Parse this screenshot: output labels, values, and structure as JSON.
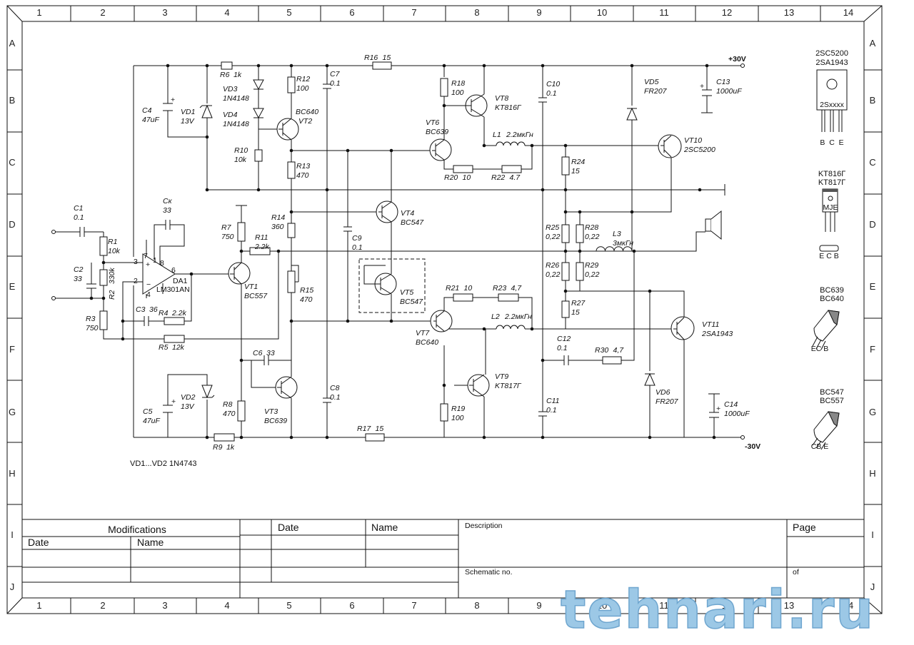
{
  "frame": {
    "columns": [
      "1",
      "2",
      "3",
      "4",
      "5",
      "6",
      "7",
      "8",
      "9",
      "10",
      "11",
      "12",
      "13",
      "14"
    ],
    "rows": [
      "A",
      "B",
      "C",
      "D",
      "E",
      "F",
      "G",
      "H",
      "I",
      "J"
    ]
  },
  "rails": {
    "positive": "+30V",
    "negative": "-30V"
  },
  "components": [
    {
      "ref": "R16",
      "value": "15"
    },
    {
      "ref": "R6",
      "value": "1k"
    },
    {
      "ref": "VD3",
      "value": "1N4148"
    },
    {
      "ref": "VD4",
      "value": "1N4148"
    },
    {
      "ref": "R12",
      "value": "100"
    },
    {
      "ref": "C7",
      "value": "0.1"
    },
    {
      "ref": "VT2",
      "value": "BC640"
    },
    {
      "ref": "C4",
      "value": "47uF"
    },
    {
      "ref": "VD1",
      "value": "13V"
    },
    {
      "ref": "R10",
      "value": "10k"
    },
    {
      "ref": "R13",
      "value": "470"
    },
    {
      "ref": "R18",
      "value": "100"
    },
    {
      "ref": "VT8",
      "value": "KT816Г"
    },
    {
      "ref": "VT6",
      "value": "BC639"
    },
    {
      "ref": "L1",
      "value": "2.2мкГн"
    },
    {
      "ref": "R20",
      "value": "10"
    },
    {
      "ref": "R22",
      "value": "4.7"
    },
    {
      "ref": "C10",
      "value": "0.1"
    },
    {
      "ref": "VD5",
      "value": "FR207"
    },
    {
      "ref": "C13",
      "value": "1000uF"
    },
    {
      "ref": "VT10",
      "value": "2SC5200"
    },
    {
      "ref": "R24",
      "value": "15"
    },
    {
      "ref": "VT4",
      "value": "BC547"
    },
    {
      "ref": "R14",
      "value": "360"
    },
    {
      "ref": "R7",
      "value": "750"
    },
    {
      "ref": "R11",
      "value": "2.2k"
    },
    {
      "ref": "C9",
      "value": "0.1"
    },
    {
      "ref": "R25",
      "value": "0,22"
    },
    {
      "ref": "R28",
      "value": "0,22"
    },
    {
      "ref": "L3",
      "value": "3мкГн"
    },
    {
      "ref": "Cк",
      "value": "33"
    },
    {
      "ref": "C1",
      "value": "0.1"
    },
    {
      "ref": "R1",
      "value": "10k"
    },
    {
      "ref": "C2",
      "value": "33"
    },
    {
      "ref": "R2",
      "value": "330k"
    },
    {
      "ref": "R3",
      "value": "750"
    },
    {
      "ref": "DA1",
      "value": "LM301AN"
    },
    {
      "ref": "VT1",
      "value": "BC557"
    },
    {
      "ref": "R15",
      "value": "470"
    },
    {
      "ref": "VT5",
      "value": "BC547"
    },
    {
      "ref": "R21",
      "value": "10"
    },
    {
      "ref": "R23",
      "value": "4,7"
    },
    {
      "ref": "L2",
      "value": "2.2мкГн"
    },
    {
      "ref": "R26",
      "value": "0,22"
    },
    {
      "ref": "R29",
      "value": "0,22"
    },
    {
      "ref": "R27",
      "value": "15"
    },
    {
      "ref": "C3",
      "value": "36"
    },
    {
      "ref": "R4",
      "value": "2.2k"
    },
    {
      "ref": "R5",
      "value": "12k"
    },
    {
      "ref": "VT7",
      "value": "BC640"
    },
    {
      "ref": "VT11",
      "value": "2SA1943"
    },
    {
      "ref": "C12",
      "value": "0.1"
    },
    {
      "ref": "R30",
      "value": "4,7"
    },
    {
      "ref": "C6",
      "value": "33"
    },
    {
      "ref": "VT9",
      "value": "KT817Г"
    },
    {
      "ref": "VD2",
      "value": "13V"
    },
    {
      "ref": "C8",
      "value": "0.1"
    },
    {
      "ref": "R8",
      "value": "470"
    },
    {
      "ref": "VT3",
      "value": "BC639"
    },
    {
      "ref": "R19",
      "value": "100"
    },
    {
      "ref": "C11",
      "value": "0.1"
    },
    {
      "ref": "VD6",
      "value": "FR207"
    },
    {
      "ref": "C14",
      "value": "1000uF"
    },
    {
      "ref": "C5",
      "value": "47uF"
    },
    {
      "ref": "R17",
      "value": "15"
    },
    {
      "ref": "R9",
      "value": "1k"
    }
  ],
  "opamp_pins": [
    "7",
    "3",
    "2",
    "1",
    "8",
    "6",
    "4"
  ],
  "note": "VD1...VD2 1N4743",
  "packages": [
    {
      "names": [
        "2SC5200",
        "2SA1943"
      ],
      "marking": "2Sxxxx",
      "pins": "B  C  E"
    },
    {
      "names": [
        "KT816Г",
        "KT817Г"
      ],
      "marking": "MJE",
      "pins": "E C B"
    },
    {
      "names": [
        "BC639",
        "BC640"
      ],
      "pins": "EC B"
    },
    {
      "names": [
        "BC547",
        "BC557"
      ],
      "pins": "CB E"
    }
  ],
  "title_block": {
    "modifications": "Modifications",
    "mod_date": "Date",
    "mod_name": "Name",
    "date": "Date",
    "name": "Name",
    "description": "Description",
    "schematic_no": "Schematic no.",
    "page": "Page",
    "of": "of"
  },
  "watermark": "tehnari.ru"
}
